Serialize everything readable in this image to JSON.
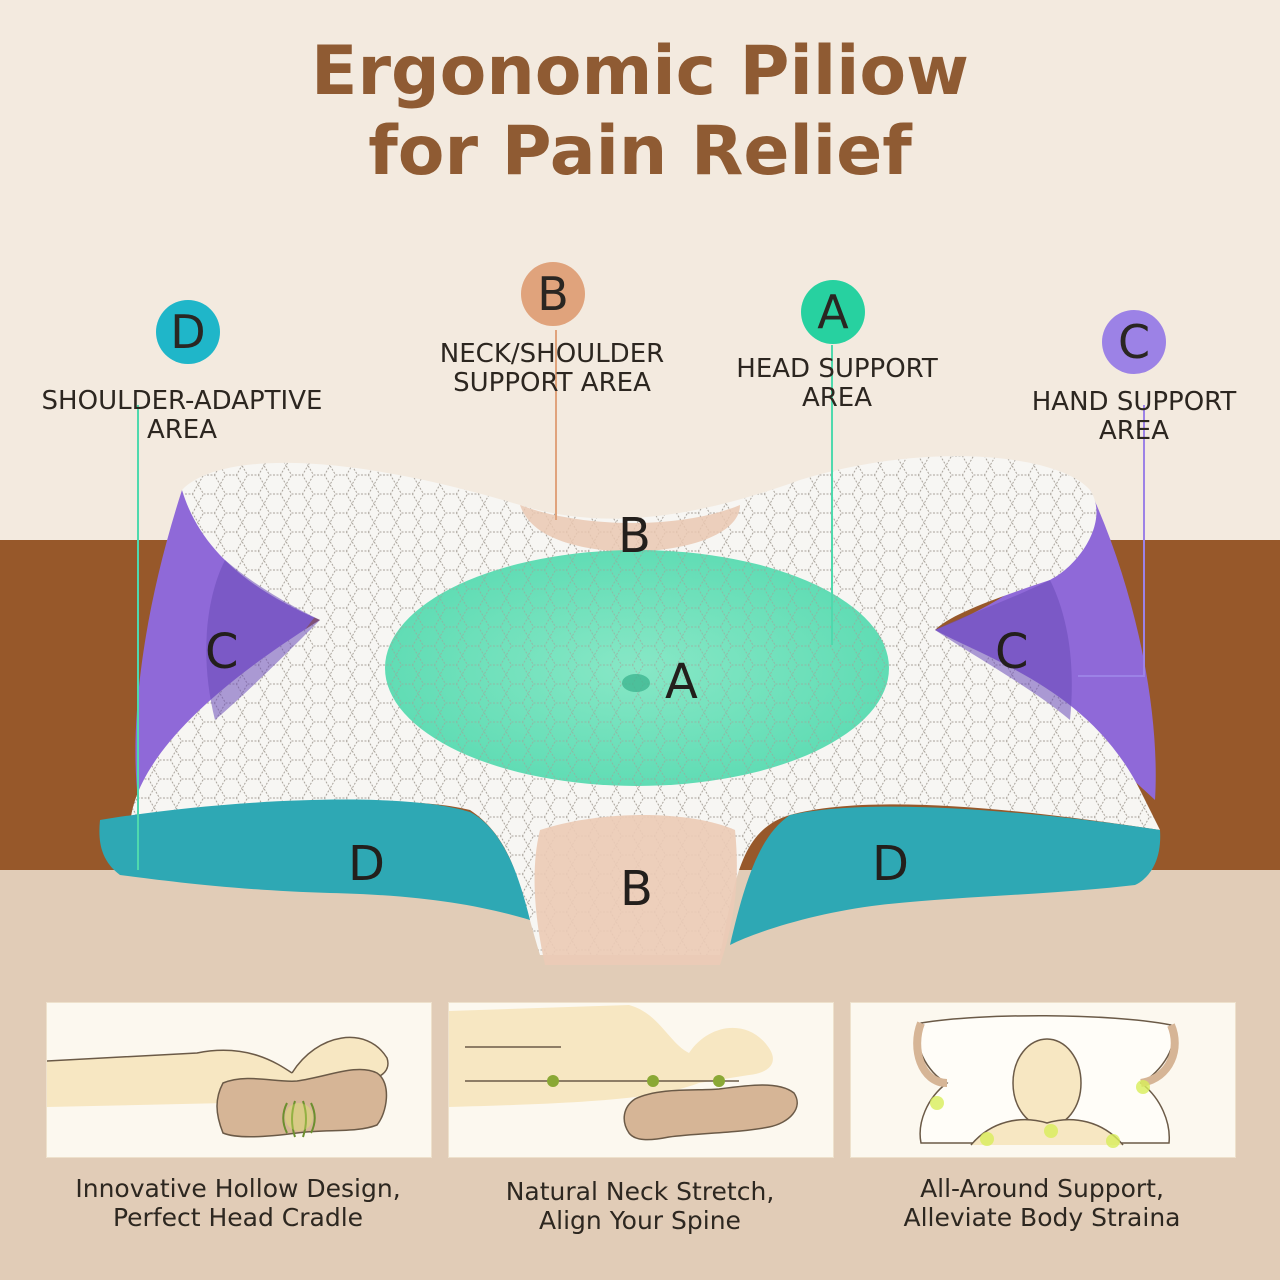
{
  "title": {
    "line1": "Ergonomic Piliow",
    "line2": "for Pain Relief"
  },
  "zones": {
    "d": {
      "letter": "D",
      "label_line1": "SHOULDER-ADAPTIVE",
      "label_line2": "AREA",
      "color": "#1fb6c9"
    },
    "b": {
      "letter": "B",
      "label_line1": "NECK/SHOULDER",
      "label_line2": "SUPPORT AREA",
      "color": "#e0a37c"
    },
    "a": {
      "letter": "A",
      "label_line1": "HEAD SUPPORT",
      "label_line2": "AREA",
      "color": "#27d1a0"
    },
    "c": {
      "letter": "C",
      "label_line1": "HAND SUPPORT",
      "label_line2": "AREA",
      "color": "#9c82e6"
    }
  },
  "pillow_marks": {
    "b_top": "B",
    "c_left": "C",
    "a_center": "A",
    "c_right": "C",
    "d_left": "D",
    "b_bottom": "B",
    "d_right": "D"
  },
  "features": [
    {
      "line1": "Innovative Hollow Design,",
      "line2": "Perfect Head Cradle"
    },
    {
      "line1": "Natural Neck Stretch,",
      "line2": "Align Your Spine"
    },
    {
      "line1": "All-Around Support,",
      "line2": "Alleviate Body Straina"
    }
  ]
}
